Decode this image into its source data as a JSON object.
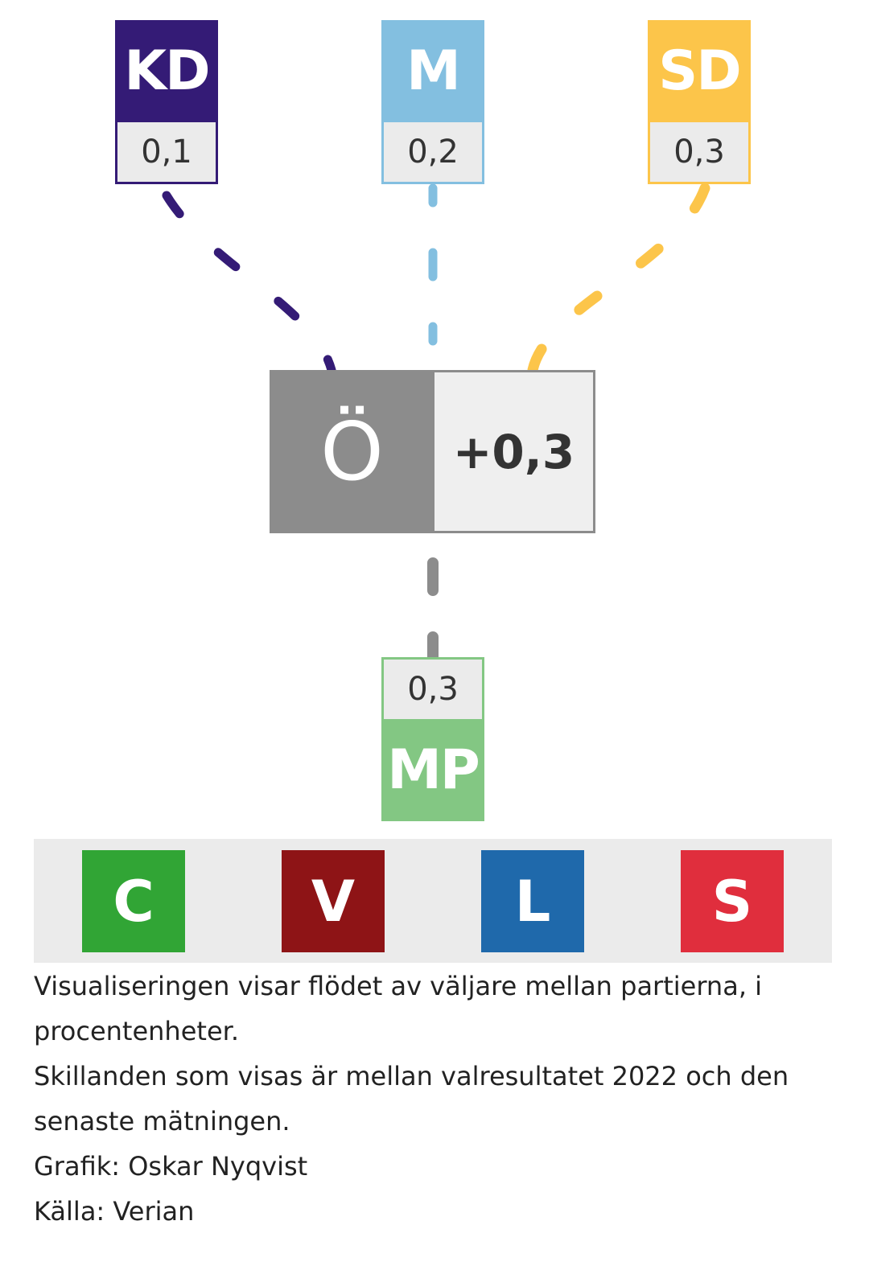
{
  "top_parties": [
    {
      "name": "KD",
      "value": "0,1",
      "color": "#341b76"
    },
    {
      "name": "M",
      "value": "0,2",
      "color": "#83bfe0"
    },
    {
      "name": "SD",
      "value": "0,3",
      "color": "#fcc54a"
    }
  ],
  "center": {
    "name": "Ö",
    "value": "+0,3",
    "color": "#8c8c8c"
  },
  "bottom_party": {
    "name": "MP",
    "value": "0,3",
    "color": "#83c783"
  },
  "other_parties": [
    {
      "name": "C",
      "color": "#31a535"
    },
    {
      "name": "V",
      "color": "#8e1416"
    },
    {
      "name": "L",
      "color": "#1f69ab"
    },
    {
      "name": "S",
      "color": "#e02e3d"
    }
  ],
  "caption": {
    "line1": "Visualiseringen visar flödet av väljare mellan partierna, i procentenheter.",
    "line2": "Skillanden som visas är mellan valresultatet 2022 och den senaste mätningen.",
    "credit": "Grafik: Oskar Nyqvist",
    "source": "Källa: Verian"
  }
}
